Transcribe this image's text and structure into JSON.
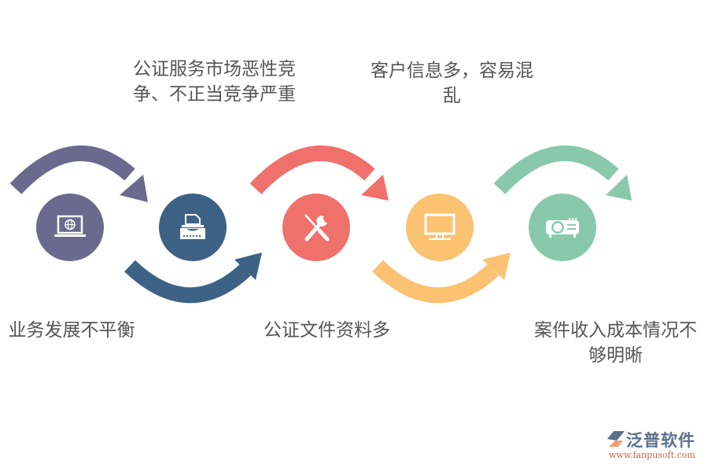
{
  "steps": [
    {
      "label": "业务发展不平衡",
      "position": "bottom",
      "icon": "laptop-globe-icon",
      "color": "#6b6a8e"
    },
    {
      "label": "公证服务市场恶性竞争、不正当竞争严重",
      "label_lines": [
        "公证服务市场恶性竞",
        "争、不正当竞争严重"
      ],
      "position": "top",
      "icon": "typewriter-icon",
      "color": "#3e6285"
    },
    {
      "label": "公证文件资料多",
      "position": "bottom",
      "icon": "tools-icon",
      "color": "#f0706b"
    },
    {
      "label": "客户信息多，容易混乱",
      "label_lines": [
        "客户信息多，容易混",
        "乱"
      ],
      "position": "top",
      "icon": "monitor-icon",
      "color": "#fbc271"
    },
    {
      "label": "案件收入成本情况不够明晰",
      "label_lines": [
        "案件收入成本情况不",
        "够明晰"
      ],
      "position": "bottom",
      "icon": "projector-icon",
      "color": "#88c9ae"
    }
  ],
  "logo": {
    "name": "泛普软件",
    "url": "www.fanpusoft.com"
  }
}
